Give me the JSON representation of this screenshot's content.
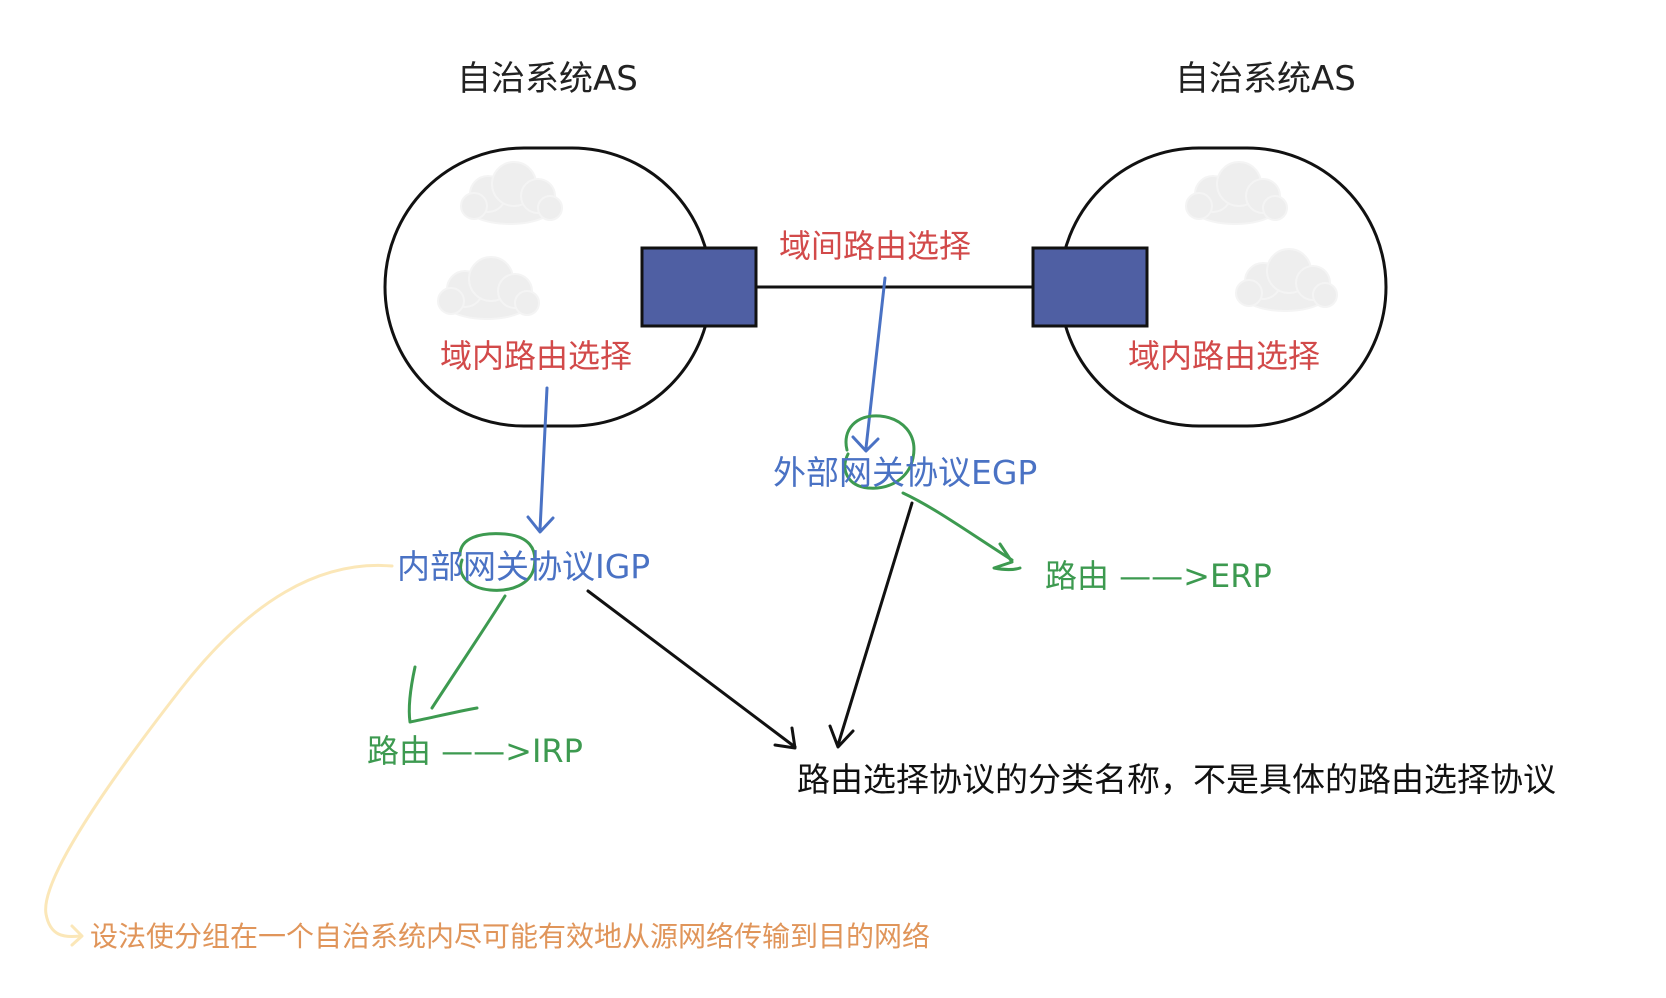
{
  "left_as_label": "自治系统AS",
  "right_as_label": "自治系统AS",
  "inter_domain_label": "域间路由选择",
  "left_intra_label": "域内路由选择",
  "right_intra_label": "域内路由选择",
  "egp_label": "外部网关协议EGP",
  "igp_label": "内部网关协议IGP",
  "erp_label": "路由 ——>ERP",
  "irp_label": "路由 ——>IRP",
  "category_note": "路由选择协议的分类名称，不是具体的路由选择协议",
  "igp_goal_note": "设法使分组在一个自治系统内尽可能有效地从源网络传输到目的网络",
  "colors": {
    "red": "#d24a4a",
    "blue": "#4a72c4",
    "green": "#3d9a50",
    "router": "#4f5fa3",
    "orange": "#e0955a",
    "pale_arrow": "#fbe7b8"
  }
}
